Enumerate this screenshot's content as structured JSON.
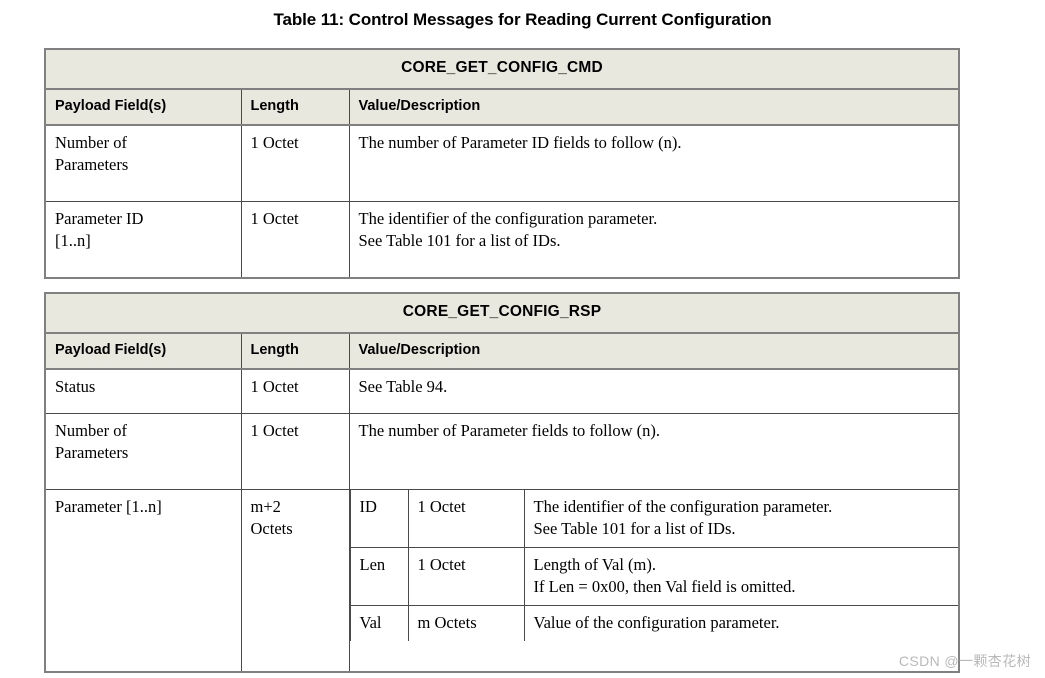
{
  "page": {
    "title": "Table 11: Control Messages for Reading Current Configuration",
    "watermark": "CSDN @一颗杏花树",
    "colors": {
      "header_background": "#E9E8DF",
      "outer_border": "#808080",
      "inner_border": "#4A4A4A",
      "text": "#000000",
      "watermark": "#B9B9B9"
    }
  },
  "tables": [
    {
      "name": "CORE_GET_CONFIG_CMD",
      "columns": [
        "Payload Field(s)",
        "Length",
        "Value/Description"
      ],
      "rows": [
        {
          "field_line1": "Number of",
          "field_line2": "Parameters",
          "length": "1 Octet",
          "desc_line1": "The number of Parameter ID fields to follow (n).",
          "desc_line2": ""
        },
        {
          "field_line1": "Parameter ID",
          "field_line2": "[1..n]",
          "length": "1 Octet",
          "desc_line1": "The identifier of the configuration parameter.",
          "desc_line2": "See Table 101 for a list of IDs."
        }
      ]
    },
    {
      "name": "CORE_GET_CONFIG_RSP",
      "columns": [
        "Payload Field(s)",
        "Length",
        "Value/Description"
      ],
      "rows": [
        {
          "field_line1": "Status",
          "field_line2": "",
          "length": "1 Octet",
          "desc_line1": "See Table 94.",
          "desc_line2": ""
        },
        {
          "field_line1": "Number of",
          "field_line2": "Parameters",
          "length": "1 Octet",
          "desc_line1": "The number of Parameter fields to follow (n).",
          "desc_line2": ""
        },
        {
          "field_line1": "Parameter [1..n]",
          "field_line2": "",
          "length_line1": "m+2",
          "length_line2": "Octets",
          "subrows": [
            {
              "name": "ID",
              "length": "1 Octet",
              "desc_line1": "The identifier of the configuration parameter.",
              "desc_line2": "See Table 101 for a list of IDs."
            },
            {
              "name": "Len",
              "length": "1 Octet",
              "desc_line1": "Length of Val (m).",
              "desc_line2": "If Len = 0x00, then Val field is omitted."
            },
            {
              "name": "Val",
              "length": "m Octets",
              "desc_line1": "Value of the configuration parameter.",
              "desc_line2": ""
            }
          ]
        }
      ]
    }
  ]
}
